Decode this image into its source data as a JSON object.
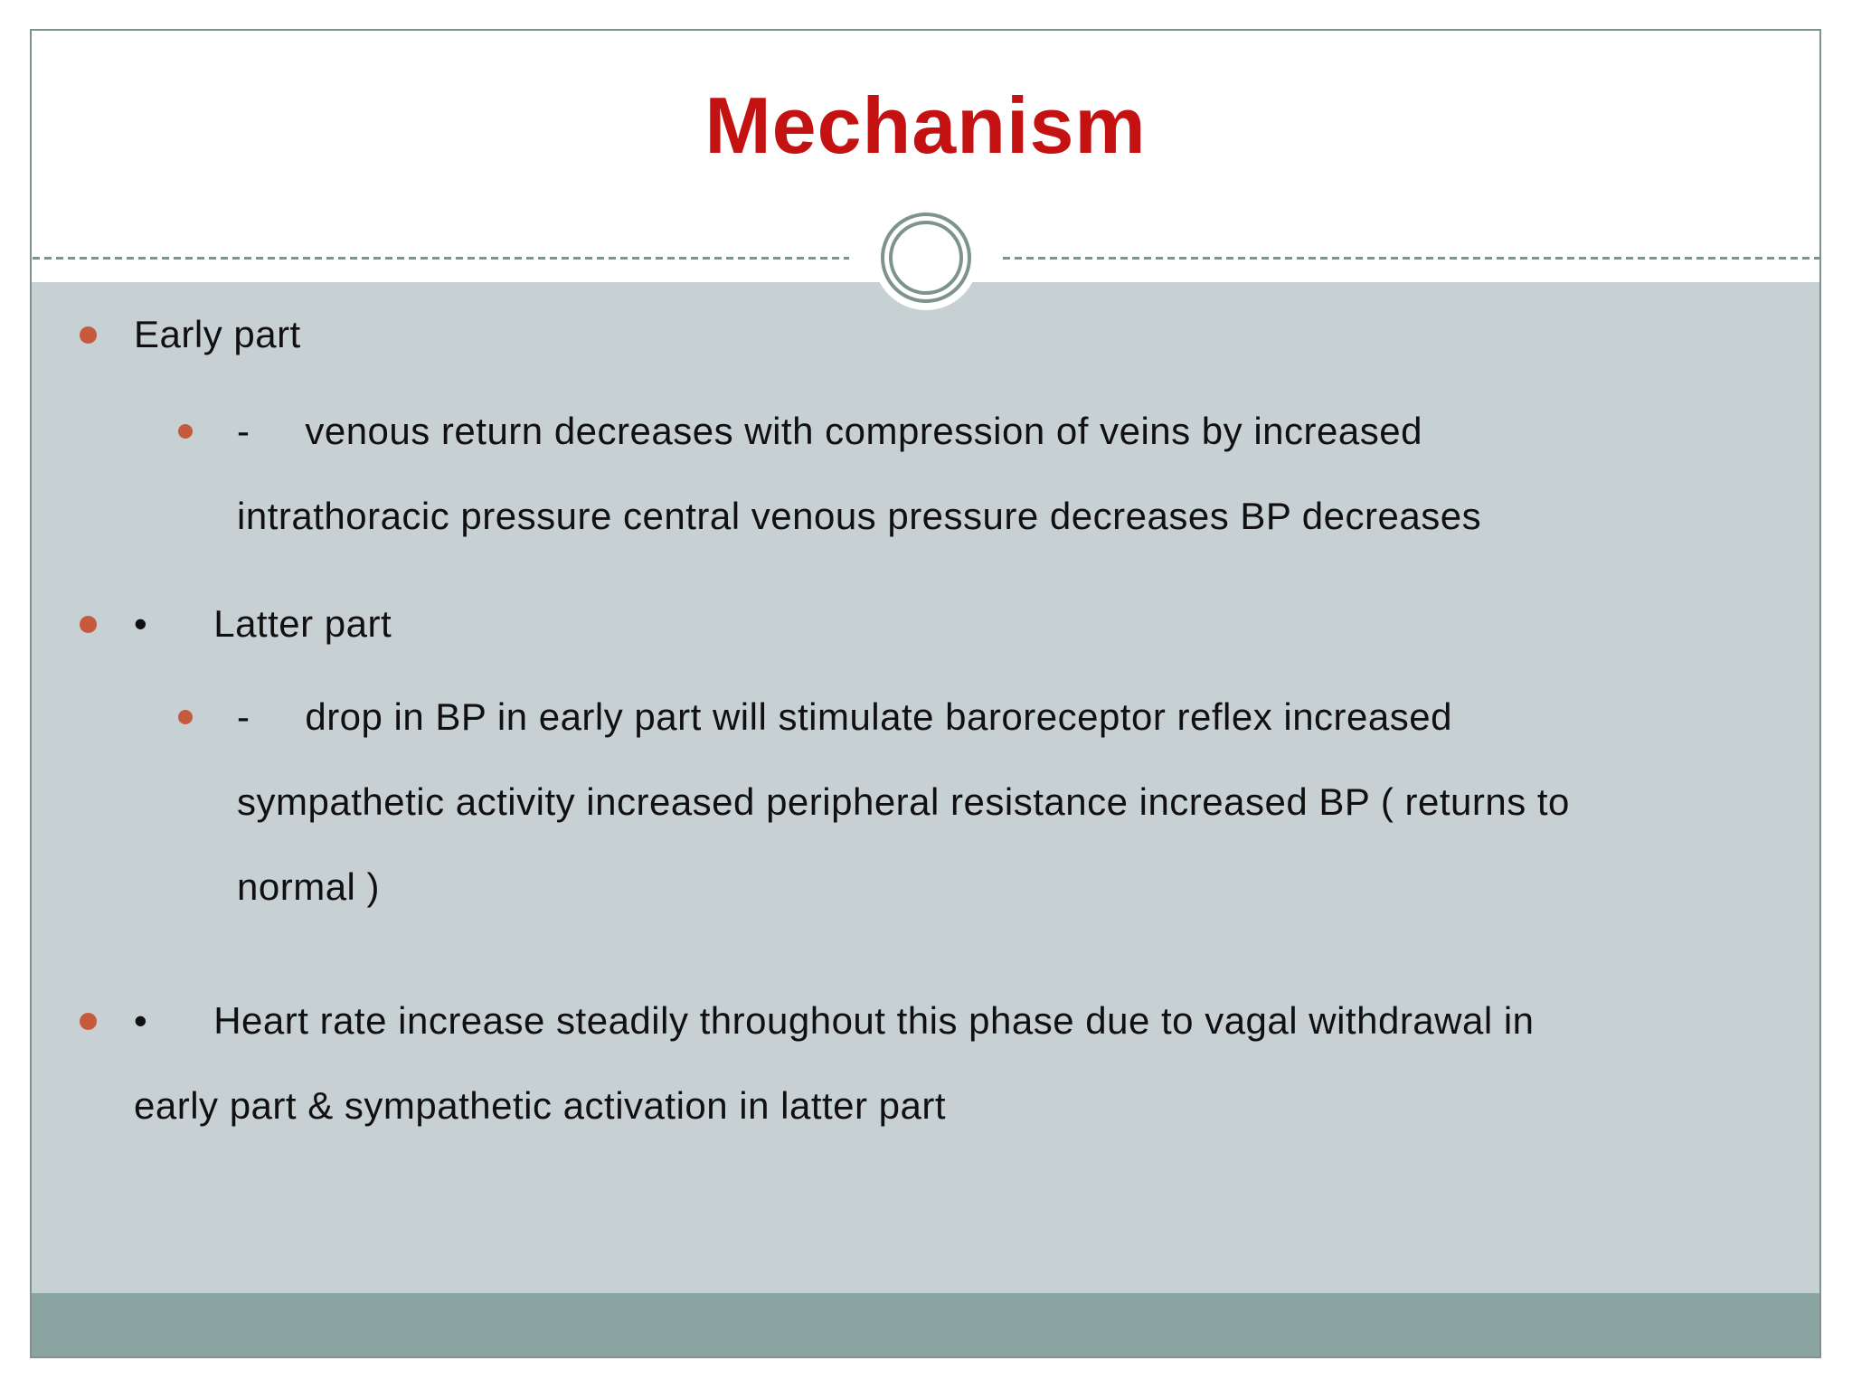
{
  "slide": {
    "title": "Mechanism",
    "bullets": {
      "early": "Early part",
      "venous": "-     venous return decreases with compression of veins by increased\nintrathoracic pressure central venous pressure decreases BP decreases",
      "latter": "•      Latter part",
      "drop": "-     drop in BP in early part will stimulate baroreceptor reflex increased\nsympathetic activity increased peripheral resistance increased BP ( returns to\nnormal )",
      "heart": "•      Heart rate increase steadily throughout this phase due to vagal withdrawal in\nearly part & sympathetic activation in latter part"
    },
    "colors": {
      "title_red": "#C41212",
      "body_bg": "#C7D0D3",
      "footer_band": "#8AA4A2",
      "frame_line": "#7E928E",
      "bullet_orange": "#C65A3E",
      "text_color": "#101010"
    }
  }
}
